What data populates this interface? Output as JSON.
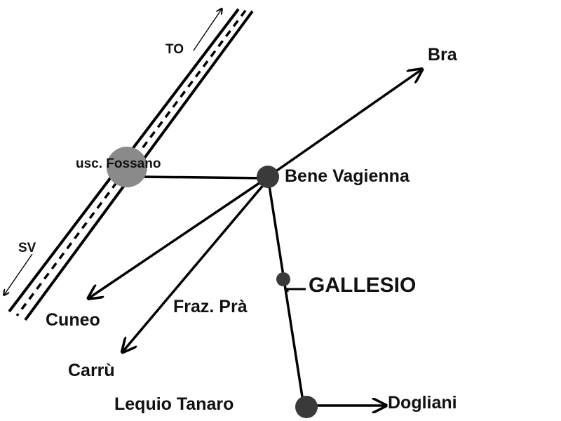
{
  "map": {
    "highway": {
      "north_label": "TO",
      "south_label": "SV"
    },
    "places": {
      "exit": "usc. Fossano",
      "bene_vagienna": "Bene Vagienna",
      "bra": "Bra",
      "cuneo": "Cuneo",
      "carru": "Carrù",
      "fraz_pra": "Fraz. Prà",
      "gallesio": "GALLESIO",
      "lequio_tanaro": "Lequio Tanaro",
      "dogliani": "Dogliani"
    },
    "colors": {
      "road": "#000000",
      "town_node": "#3a3a3a",
      "exit_node": "#8a8a8a",
      "background": "#ffffff"
    }
  }
}
